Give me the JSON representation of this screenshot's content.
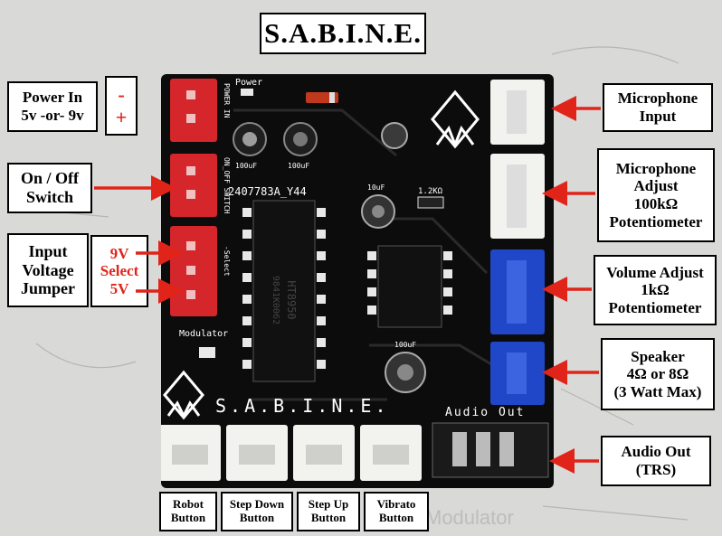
{
  "title": "S.A.B.I.N.E.",
  "board": {
    "silk_name": "S.A.B.I.N.E.",
    "chip_top": "2407783A_Y44",
    "chip_text_1": "HT8950",
    "chip_text_2": "9841K0062",
    "power_label": "Power",
    "modulator_label": "Modulator",
    "cap_10uf": "10uF",
    "res_label": "1.2KΩ",
    "cap_100uf": "100uF",
    "cap_small_1": "100uF",
    "cap_small_2": "100uF",
    "audio_out_silk": "Audio Out",
    "pin_power": "POWER IN",
    "pin_onoff": "ON_OFF SWITCH",
    "pin_select": "-Select"
  },
  "labels": {
    "power_in": {
      "line1": "Power In",
      "line2": "5v -or- 9v"
    },
    "polarity": {
      "minus": "-",
      "plus": "+"
    },
    "on_off": {
      "line1": "On / Off",
      "line2": "Switch"
    },
    "input_voltage": {
      "line1": "Input",
      "line2": "Voltage",
      "line3": "Jumper"
    },
    "voltage_select": {
      "line1": "9V",
      "line2": "Select",
      "line3": "5V"
    },
    "mic_input": {
      "line1": "Microphone",
      "line2": "Input"
    },
    "mic_adjust": {
      "line1": "Microphone",
      "line2": "Adjust",
      "line3": "100kΩ",
      "line4": "Potentiometer"
    },
    "volume_adjust": {
      "line1": "Volume Adjust",
      "line2": "1kΩ",
      "line3": "Potentiometer"
    },
    "speaker": {
      "line1": "Speaker",
      "line2": "4Ω or 8Ω",
      "line3": "(3 Watt Max)"
    },
    "audio_out": {
      "line1": "Audio Out",
      "line2": "(TRS)"
    },
    "buttons": [
      {
        "line1": "Robot",
        "line2": "Button"
      },
      {
        "line1": "Step Down",
        "line2": "Button"
      },
      {
        "line1": "Step Up",
        "line2": "Button"
      },
      {
        "line1": "Vibrato",
        "line2": "Button"
      }
    ]
  },
  "colors": {
    "arrow": "#e1241a",
    "board": "#0c0c0c",
    "red_connector": "#d4262b",
    "blue_connector": "#1f47c8",
    "white_connector": "#f2f2ef"
  }
}
